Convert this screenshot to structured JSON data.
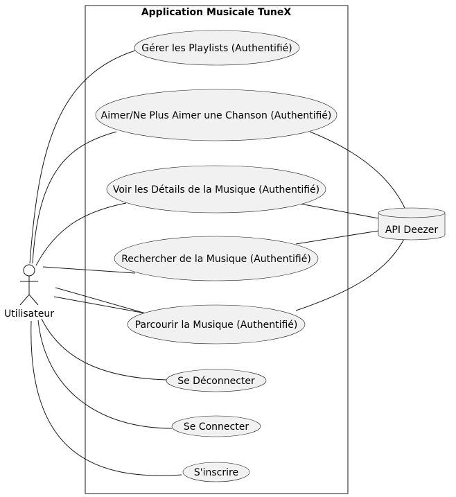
{
  "system": {
    "title": "Application Musicale TuneX"
  },
  "actor": {
    "label": "Utilisateur"
  },
  "database": {
    "label": "API Deezer"
  },
  "use_cases": [
    {
      "id": "uc-manage-playlists",
      "label": "Gérer les Playlists (Authentifié)"
    },
    {
      "id": "uc-like-song",
      "label": "Aimer/Ne Plus Aimer une Chanson (Authentifié)"
    },
    {
      "id": "uc-view-details",
      "label": "Voir les Détails de la Musique (Authentifié)"
    },
    {
      "id": "uc-search-music",
      "label": "Rechercher de la Musique (Authentifié)"
    },
    {
      "id": "uc-browse-music",
      "label": "Parcourir la Musique (Authentifié)"
    },
    {
      "id": "uc-logout",
      "label": "Se Déconnecter"
    },
    {
      "id": "uc-login",
      "label": "Se Connecter"
    },
    {
      "id": "uc-register",
      "label": "S'inscrire"
    }
  ],
  "colors": {
    "usecase_fill": "#f1f1f1",
    "stroke": "#181818",
    "background": "#ffffff"
  }
}
